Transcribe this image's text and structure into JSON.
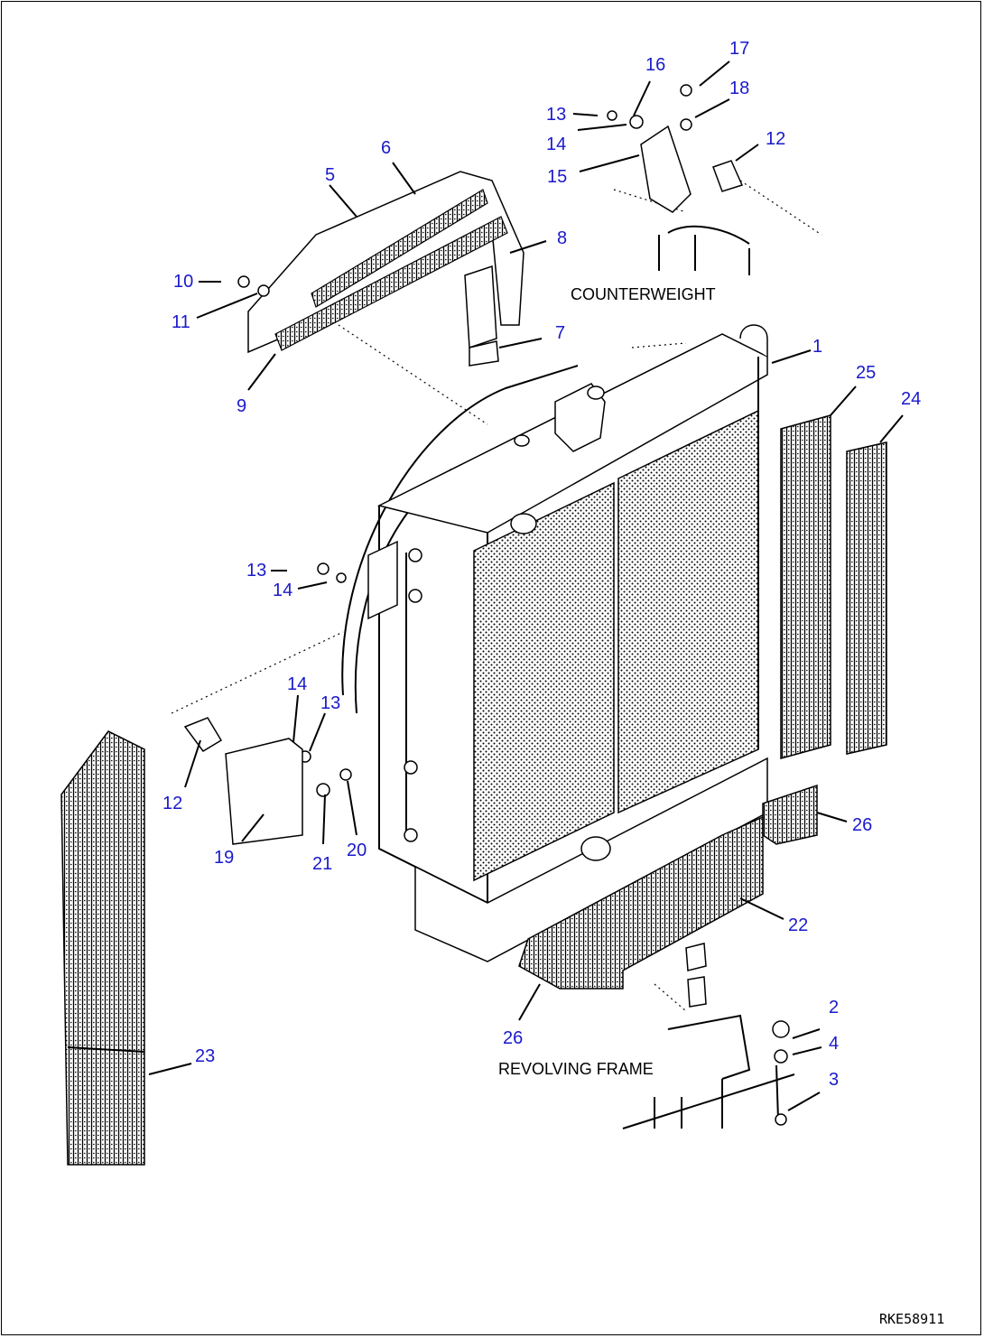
{
  "diagram": {
    "drawing_code": "RKE58911",
    "labels": {
      "counterweight": "COUNTERWEIGHT",
      "revolving_frame": "REVOLVING FRAME"
    },
    "callouts": [
      "1",
      "2",
      "3",
      "4",
      "5",
      "6",
      "7",
      "8",
      "9",
      "10",
      "11",
      "12",
      "12",
      "13",
      "13",
      "13",
      "14",
      "14",
      "14",
      "15",
      "16",
      "17",
      "18",
      "19",
      "20",
      "21",
      "22",
      "23",
      "24",
      "25",
      "26",
      "26"
    ],
    "colors": {
      "callout": "#1a1acc",
      "line": "#000000"
    }
  }
}
